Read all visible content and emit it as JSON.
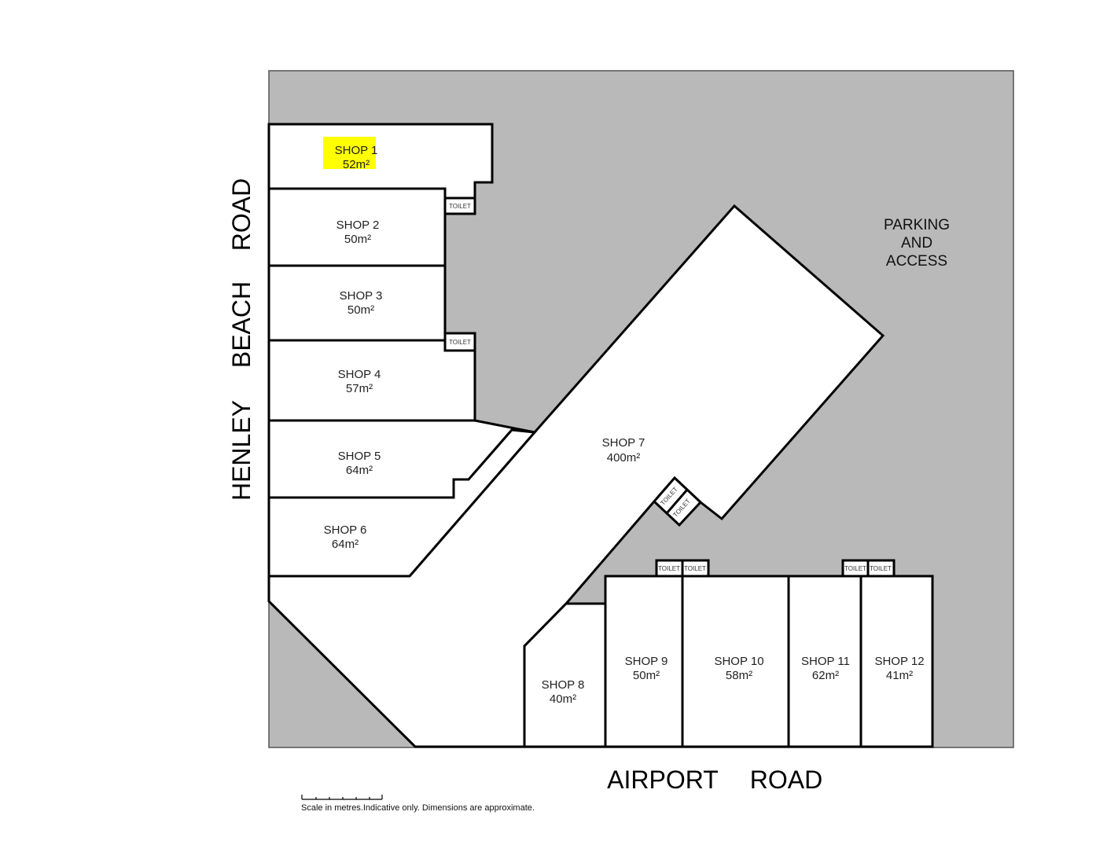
{
  "roads": {
    "left": [
      "HENLEY",
      "BEACH",
      "ROAD"
    ],
    "bottom": [
      "AIRPORT",
      "ROAD"
    ]
  },
  "parking": [
    "PARKING",
    "AND",
    "ACCESS"
  ],
  "shops": [
    {
      "name": "SHOP 1",
      "area": "52m²",
      "highlighted": true
    },
    {
      "name": "SHOP 2",
      "area": "50m²"
    },
    {
      "name": "SHOP 3",
      "area": "50m²"
    },
    {
      "name": "SHOP 4",
      "area": "57m²"
    },
    {
      "name": "SHOP 5",
      "area": "64m²"
    },
    {
      "name": "SHOP 6",
      "area": "64m²"
    },
    {
      "name": "SHOP 7",
      "area": "400m²"
    },
    {
      "name": "SHOP 8",
      "area": "40m²"
    },
    {
      "name": "SHOP 9",
      "area": "50m²"
    },
    {
      "name": "SHOP 10",
      "area": "58m²"
    },
    {
      "name": "SHOP 11",
      "area": "62m²"
    },
    {
      "name": "SHOP 12",
      "area": "41m²"
    }
  ],
  "toilet_label": "TOILET",
  "scale_note": "Scale in metres.Indicative only. Dimensions are approximate.",
  "colors": {
    "site": "#b9b9b9",
    "highlight": "#ffff00"
  }
}
